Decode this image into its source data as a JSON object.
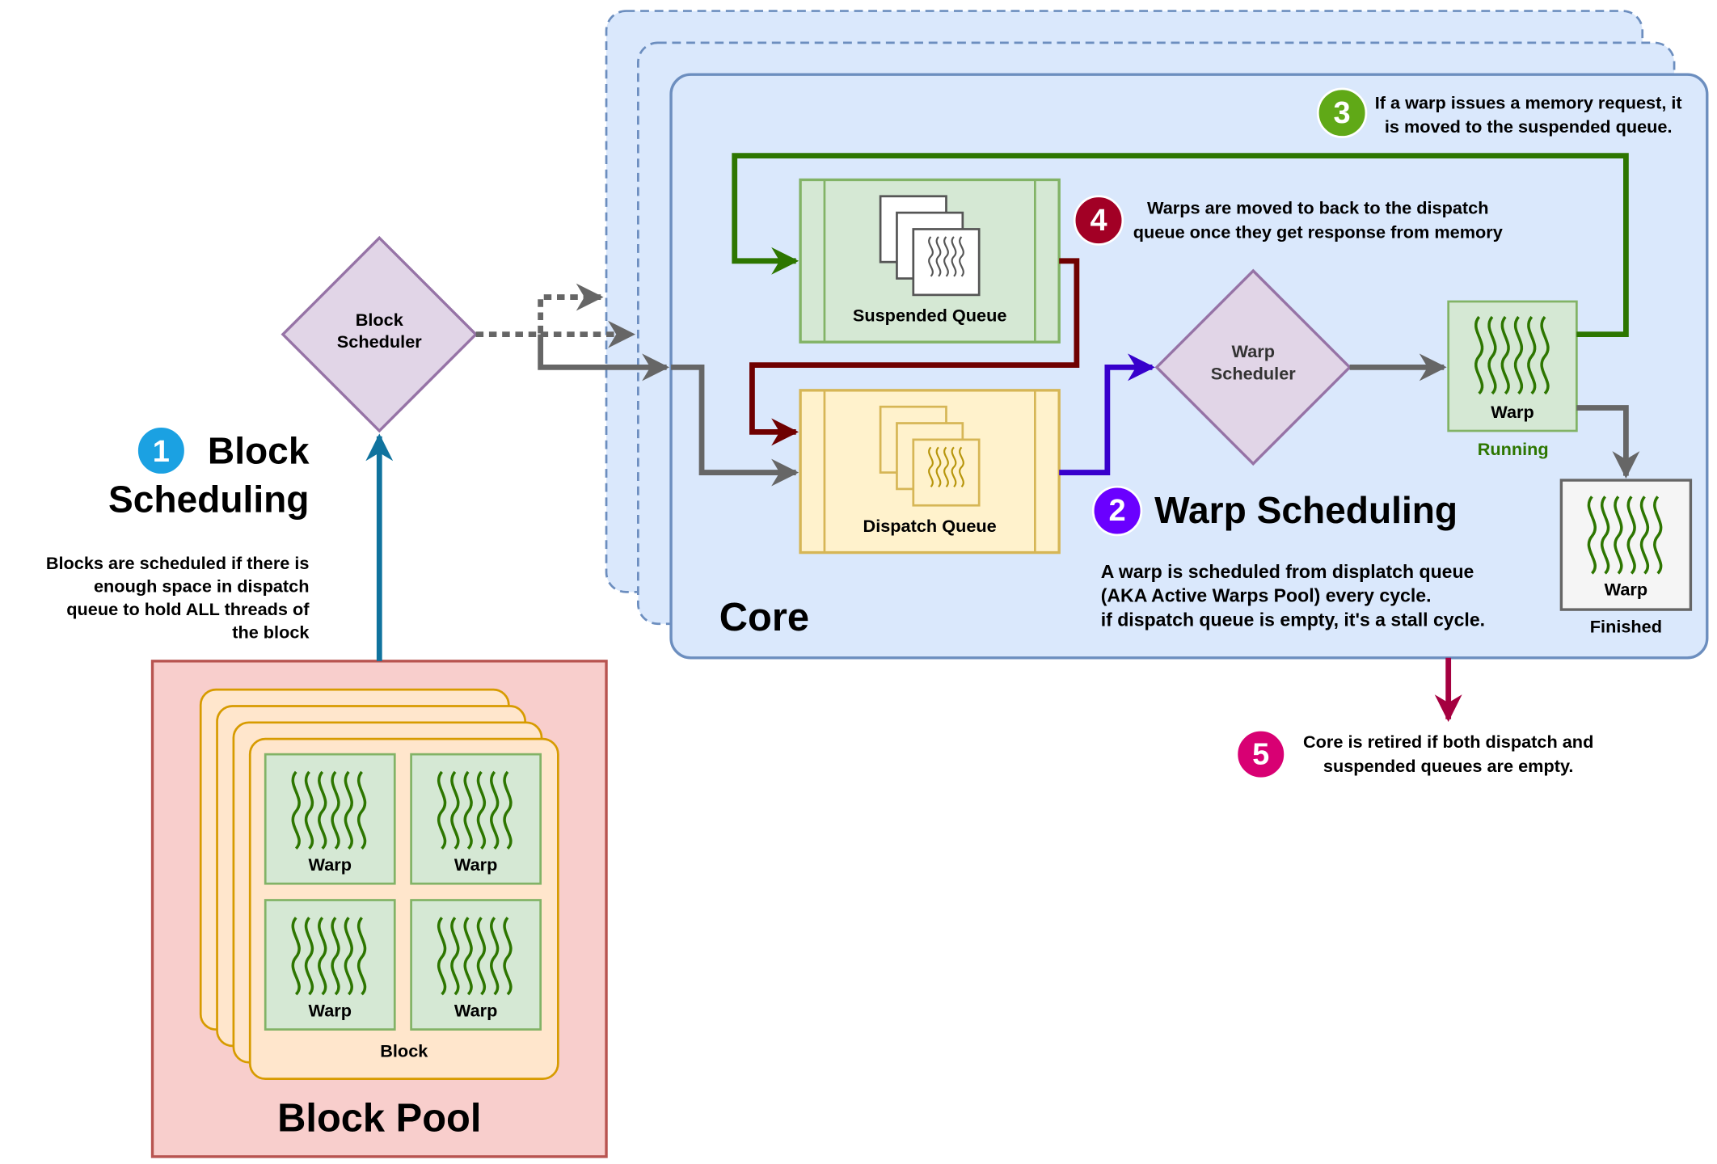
{
  "colors": {
    "core_fill": "#dae8fc",
    "core_stroke": "#6c8ebf",
    "pool_fill": "#f8cecc",
    "pool_stroke": "#b85450",
    "block_fill": "#ffe6cc",
    "block_stroke": "#d79b00",
    "warp_fill": "#d5e8d4",
    "warp_stroke": "#82b366",
    "dispatch_fill": "#fff2cc",
    "dispatch_stroke": "#d6b656",
    "scheduler_fill": "#e1d5e7",
    "scheduler_stroke": "#9673a6",
    "finished_fill": "#f5f5f5",
    "step1": "#1ba1e2",
    "step2": "#6a00ff",
    "step3": "#60a917",
    "step4": "#a20025",
    "step5": "#d80073",
    "arrow_gray": "#666666",
    "arrow_blue": "#10739e",
    "arrow_green": "#2d7600",
    "arrow_darkred": "#6f0000",
    "arrow_indigo": "#3700cc",
    "arrow_crimson": "#a50040"
  },
  "icons": {
    "warp": "wavy-lines-icon",
    "queue_stack": "stacked-cards-icon"
  },
  "block_pool": {
    "title": "Block Pool",
    "block_label": "Block",
    "warps": [
      "Warp",
      "Warp",
      "Warp",
      "Warp"
    ]
  },
  "block_scheduler": {
    "line1": "Block",
    "line2": "Scheduler"
  },
  "step1": {
    "number": "1",
    "title_line1": "Block",
    "title_line2": "Scheduling",
    "desc": [
      "Blocks are scheduled if there is",
      "enough space in dispatch",
      "queue to hold ALL threads of",
      "the block"
    ]
  },
  "core": {
    "title": "Core",
    "suspended_queue": "Suspended Queue",
    "dispatch_queue": "Dispatch Queue",
    "warp_scheduler": {
      "line1": "Warp",
      "line2": "Scheduler"
    },
    "running_warp": "Warp",
    "running_label": "Running",
    "finished_warp": "Warp",
    "finished_label": "Finished"
  },
  "step2": {
    "number": "2",
    "title": "Warp Scheduling",
    "desc": [
      "A warp is scheduled from displatch queue",
      "(AKA Active Warps Pool) every cycle.",
      "if dispatch queue is empty, it's a stall cycle."
    ]
  },
  "step3": {
    "number": "3",
    "desc": [
      "If a warp issues a memory request, it",
      "is moved to the suspended queue."
    ]
  },
  "step4": {
    "number": "4",
    "desc": [
      "Warps are moved to back to the dispatch",
      "queue once they get response from memory"
    ]
  },
  "step5": {
    "number": "5",
    "desc": [
      "Core is retired if both dispatch and",
      "suspended queues are empty."
    ]
  }
}
